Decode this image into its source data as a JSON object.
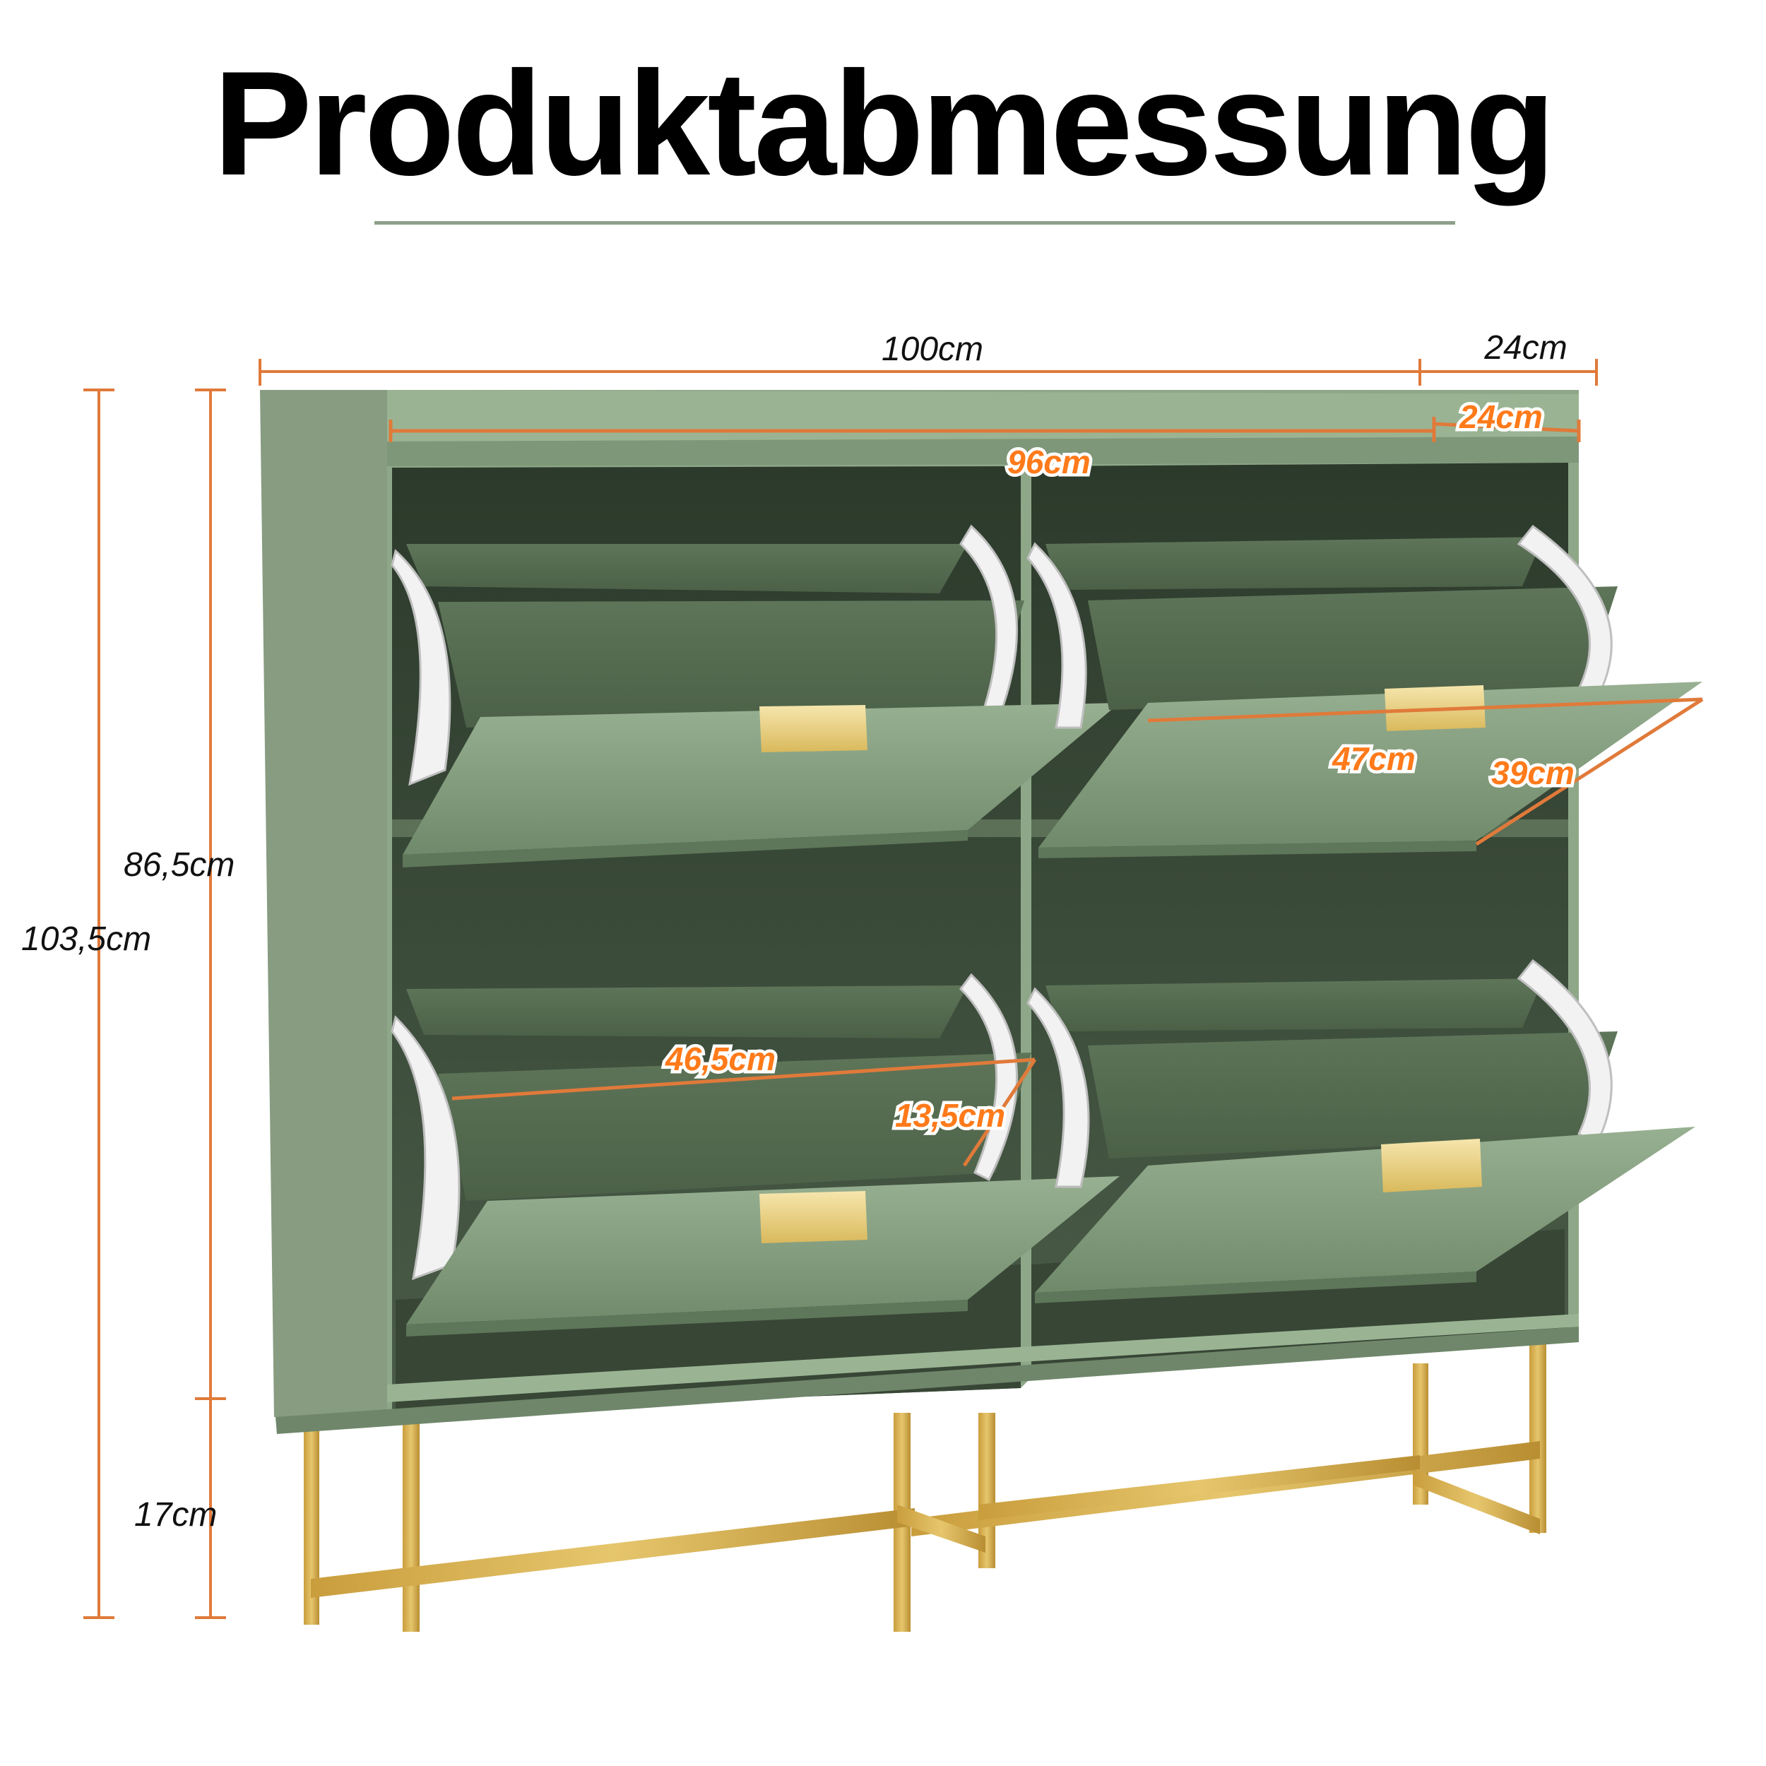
{
  "title": "Produktabmessung",
  "colors": {
    "cabinet": "#8fa68a",
    "cabinet_dark": "#3a4838",
    "legs": "#d4ad4c",
    "handle": "#e8cf86",
    "dimension_line": "#e07a3a",
    "highlight_text": "#ff7a1a",
    "rule": "#8fa08a"
  },
  "dimensions": {
    "total_width": "100cm",
    "depth": "24cm",
    "inner_depth": "24cm",
    "inner_width": "96cm",
    "total_height": "103,5cm",
    "body_height": "86,5cm",
    "leg_height": "17cm",
    "flap_width": "47cm",
    "flap_depth": "39cm",
    "tray_width": "46,5cm",
    "tray_depth": "13,5cm"
  }
}
